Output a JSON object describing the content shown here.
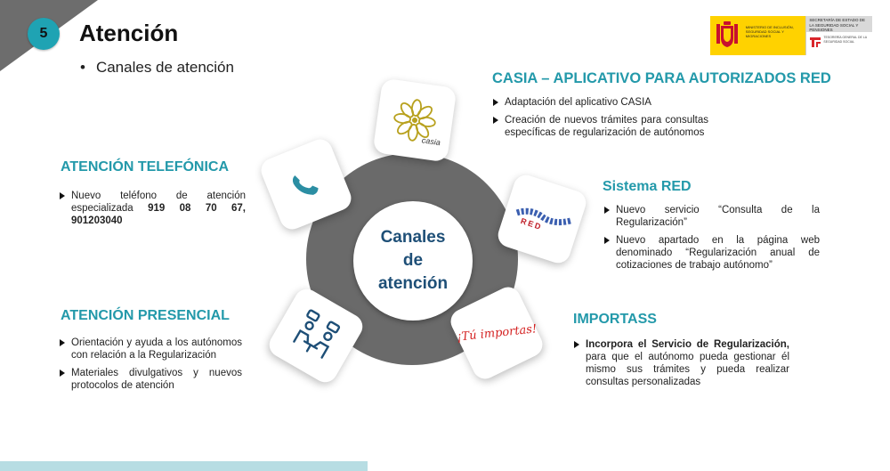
{
  "slide": {
    "number": "5",
    "title": "Atención",
    "subtitle": "Canales de atención"
  },
  "logo": {
    "ministry": "MINISTERIO DE INCLUSIÓN, SEGURIDAD SOCIAL Y MIGRACIONES",
    "secretaria": "SECRETARÍA DE ESTADO DE LA SEGURIDAD SOCIAL Y PENSIONES",
    "tesoreria": "TESORERÍA GENERAL DE LA SEGURIDAD SOCIAL"
  },
  "hub": {
    "line1": "Canales",
    "line2": "de",
    "line3": "atención"
  },
  "cards": {
    "casia_label": "casia",
    "red_label": "RED",
    "importas_label": "¡Tú importas!"
  },
  "casia": {
    "heading": "CASIA – APLICATIVO PARA AUTORIZADOS RED",
    "items": [
      "Adaptación del aplicativo CASIA",
      "Creación de nuevos  trámites para consultas específicas de regularización de autónomos"
    ]
  },
  "telefonica": {
    "heading": "ATENCIÓN TELEFÓNICA",
    "item_prefix": "Nuevo teléfono de atención especializada",
    "item_bold": "919 08 70 67, 901203040"
  },
  "red": {
    "heading": "Sistema RED",
    "items": [
      "Nuevo servicio “Consulta de la Regularización”",
      "Nuevo apartado en la página web denominado “Regularización anual de cotizaciones de trabajo autónomo”"
    ]
  },
  "presencial": {
    "heading": "ATENCIÓN PRESENCIAL",
    "items": [
      "Orientación  y ayuda a los autónomos con relación a la Regularización",
      "Materiales divulgativos y nuevos protocolos de atención"
    ]
  },
  "importass": {
    "heading": "IMPORTASS",
    "item_bold": "Incorpora el Servicio de Regularización,",
    "item_rest": " para que el autónomo pueda gestionar él mismo sus trámites y pueda realizar consultas personalizadas"
  },
  "colors": {
    "accent": "#2399aa",
    "hub_text": "#1e4f77",
    "ring": "#6a6a6a",
    "badge": "#1fa3b3"
  }
}
